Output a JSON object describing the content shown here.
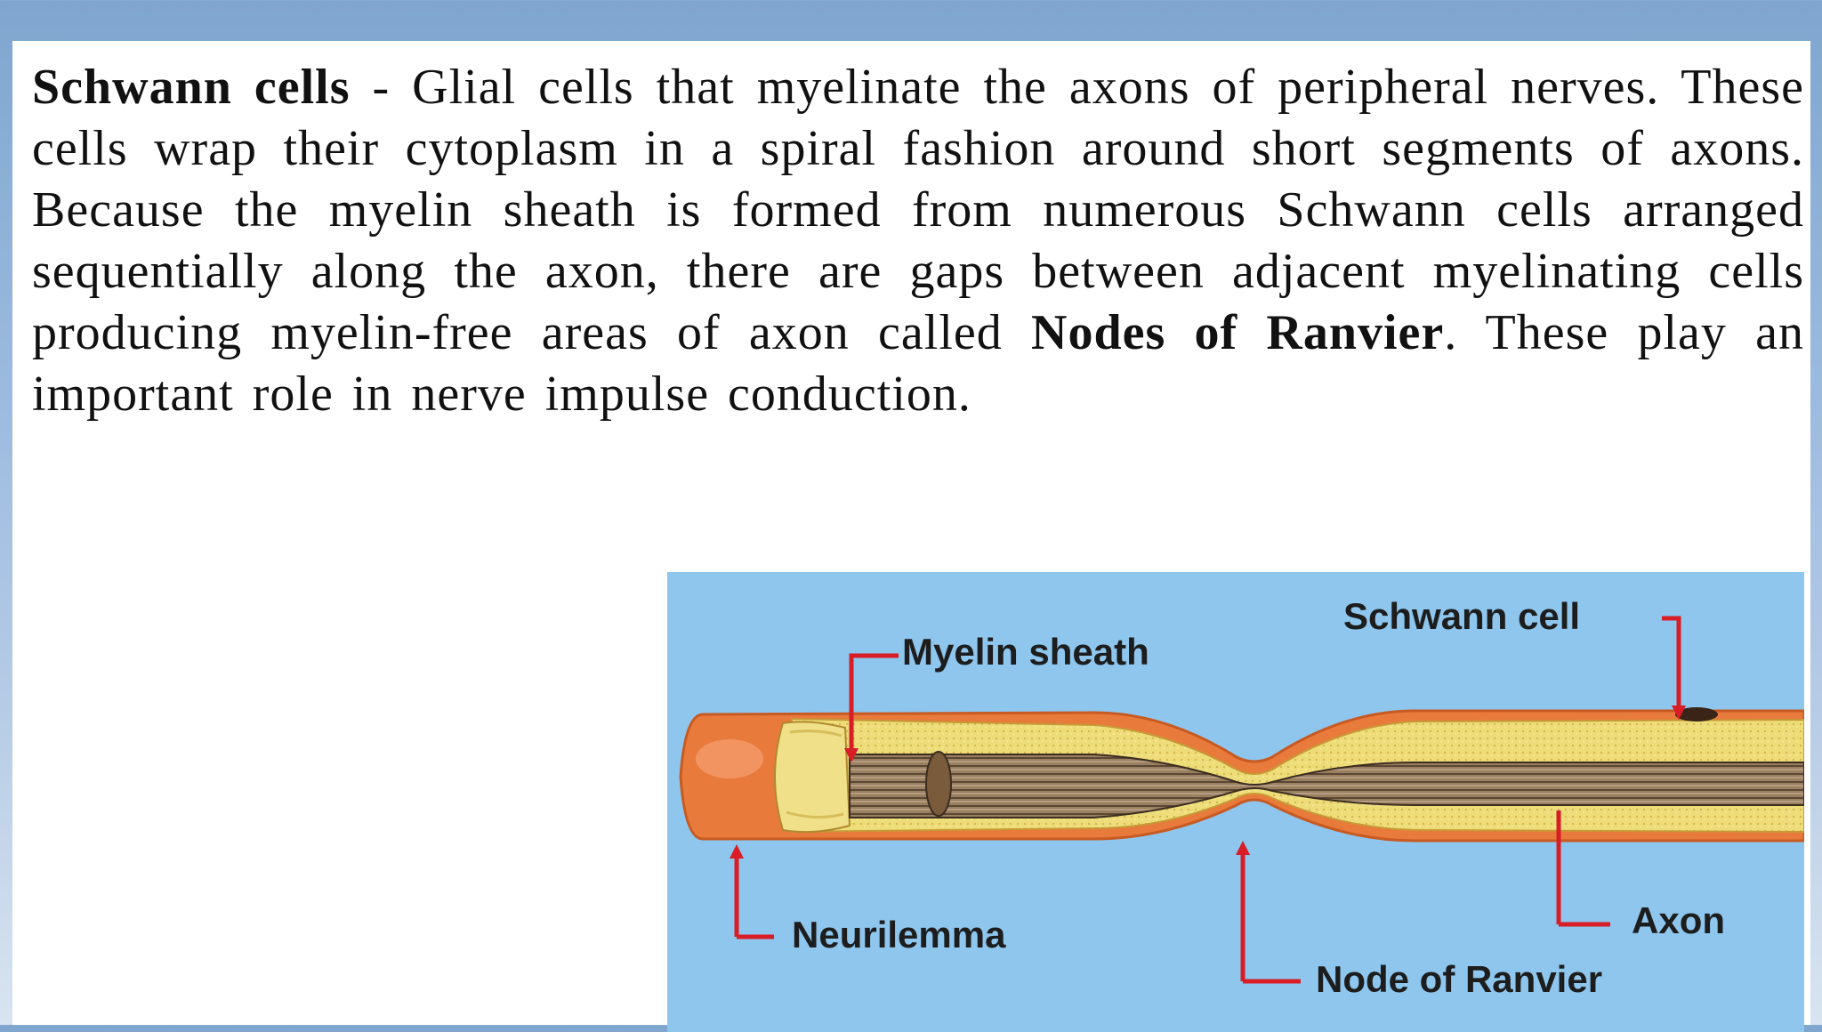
{
  "paragraph": {
    "term_bold": "Schwann cells",
    "part1": " - Glial cells that myelinate the axons of peripheral nerves. These cells wrap their cytoplasm in a spiral fashion around short segments of axons. Because the myelin sheath is formed from numerous Schwann cells arranged sequentially along the axon, there are gaps between adjacent myelinating cells producing myelin-free areas of axon called ",
    "term2_bold": "Nodes of Ranvier",
    "part2": ". These play an important role in nerve impulse conduction."
  },
  "diagram": {
    "labels": {
      "schwann_cell": "Schwann cell",
      "myelin_sheath": "Myelin sheath",
      "neurilemma": "Neurilemma",
      "axon": "Axon",
      "node_of_ranvier": "Node of Ranvier"
    },
    "colors": {
      "background": "#8ec6ee",
      "neurilemma": "#e8783a",
      "myelin": "#eedb7a",
      "axon": "#8a7055",
      "pointer": "#d81d26"
    }
  }
}
